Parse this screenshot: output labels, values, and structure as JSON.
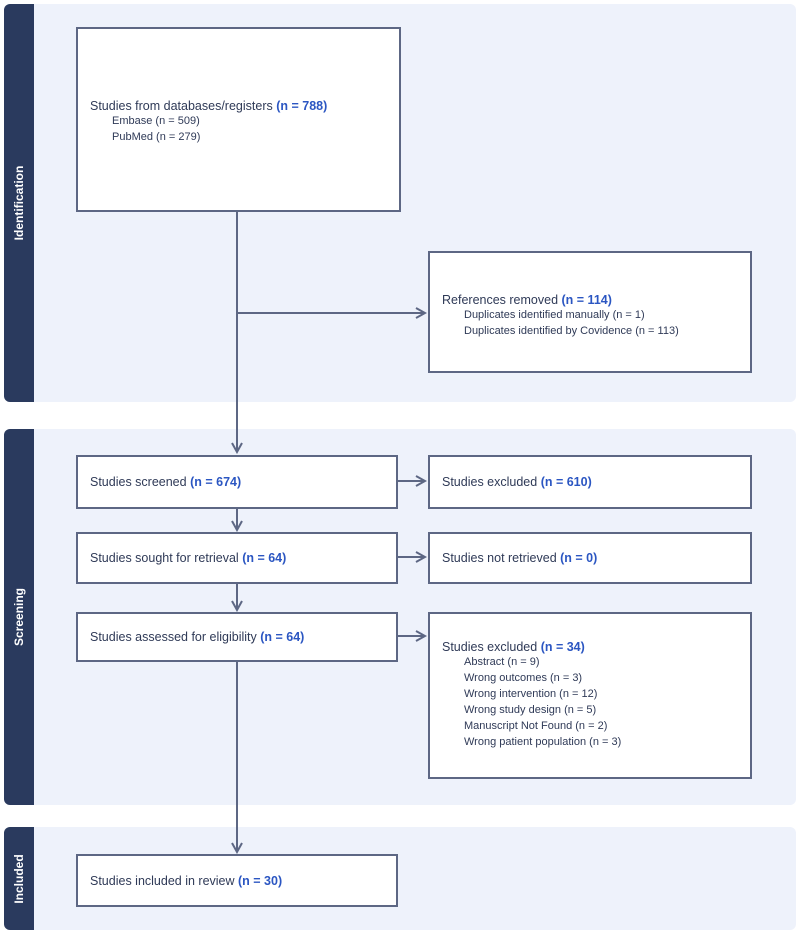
{
  "phases": {
    "identification": "Identification",
    "screening": "Screening",
    "included": "Included"
  },
  "records": {
    "label": "Studies from databases/registers",
    "count": "(n = 788)",
    "items": [
      "Embase (n = 509)",
      "PubMed (n = 279)"
    ]
  },
  "removed": {
    "label": "References removed",
    "count": "(n = 114)",
    "items": [
      "Duplicates identified manually (n = 1)",
      "Duplicates identified by Covidence (n = 113)"
    ]
  },
  "screened": {
    "label": "Studies screened",
    "count": "(n = 674)"
  },
  "excluded_screening": {
    "label": "Studies excluded",
    "count": "(n = 610)"
  },
  "retrieval": {
    "label": "Studies sought for retrieval",
    "count": "(n = 64)"
  },
  "not_retrieved": {
    "label": "Studies not retrieved",
    "count": "(n = 0)"
  },
  "eligibility": {
    "label": "Studies assessed for eligibility",
    "count": "(n = 64)"
  },
  "excluded_eligibility": {
    "label": "Studies excluded",
    "count": "(n = 34)",
    "items": [
      "Abstract (n = 9)",
      "Wrong outcomes (n = 3)",
      "Wrong intervention (n = 12)",
      "Wrong study design (n = 5)",
      "Manuscript Not Found (n = 2)",
      "Wrong patient population (n = 3)"
    ]
  },
  "included": {
    "label": "Studies included in review",
    "count": "(n = 30)"
  },
  "colors": {
    "sidebar": "#2a3a5e",
    "panel": "#eef2fb",
    "count": "#2b56c2",
    "line": "#5d6784"
  }
}
